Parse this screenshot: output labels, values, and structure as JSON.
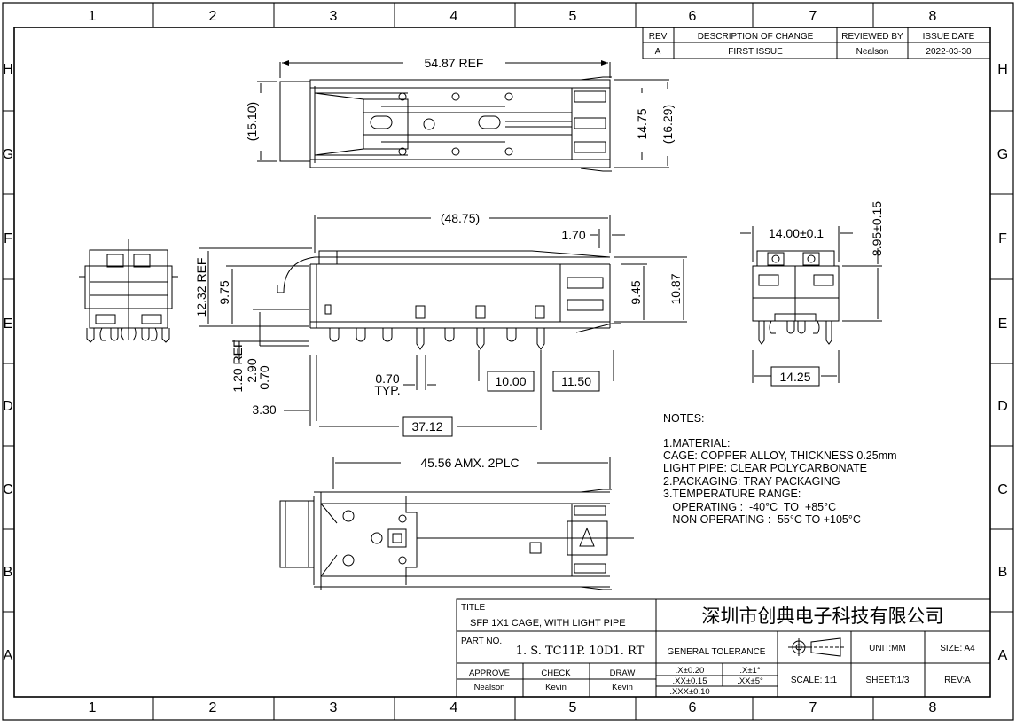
{
  "border": {
    "cols": [
      "1",
      "2",
      "3",
      "4",
      "5",
      "6",
      "7",
      "8"
    ],
    "rows": [
      "H",
      "G",
      "F",
      "E",
      "D",
      "C",
      "B",
      "A"
    ]
  },
  "revision": {
    "headers": [
      "REV",
      "DESCRIPTION OF CHANGE",
      "REVIEWED BY",
      "ISSUE DATE"
    ],
    "row": [
      "A",
      "FIRST ISSUE",
      "Nealson",
      "2022-03-30"
    ]
  },
  "top_view": {
    "length": "54.87  REF",
    "height_left": "(15.10)",
    "height_right_a": "14.75",
    "height_right_b": "(16.29)"
  },
  "side_view": {
    "length": "(48.75)",
    "tip": "1.70",
    "ref_1232": "12.32  REF",
    "d975": "9.75",
    "d945": "9.45",
    "d1087": "10.87",
    "ref_120": "1.20  REF",
    "d290": "2.90",
    "d070v": "0.70",
    "d070": "0.70",
    "typ": "TYP.",
    "d1000": "10.00",
    "d1150": "11.50",
    "d330": "3.30",
    "d3712": "37.12"
  },
  "end_view": {
    "width": "14.00±0.1",
    "height": "8.95±0.15",
    "bottom": "14.25"
  },
  "bottom_view": {
    "length": "45.56  AMX.  2PLC"
  },
  "notes": {
    "heading": "NOTES:",
    "lines": [
      "1.MATERIAL:",
      "CAGE: COPPER ALLOY, THICKNESS 0.25mm",
      "LIGHT PIPE: CLEAR POLYCARBONATE",
      "2.PACKAGING: TRAY PACKAGING",
      "3.TEMPERATURE RANGE:",
      "   OPERATING :  -40°C  TO  +85°C",
      "   NON OPERATING : -55°C TO +105°C"
    ]
  },
  "title_block": {
    "title_label": "TITLE",
    "title": "SFP  1X1  CAGE,  WITH  LIGHT  PIPE",
    "company": "深圳市创典电子科技有限公司",
    "part_label": "PART NO.",
    "part_no": "1. S. TC11P. 10D1. RT",
    "general_tolerance": "GENERAL  TOLERANCE",
    "unit": "UNIT:MM",
    "size": "SIZE:  A4",
    "approve_label": "APPROVE",
    "check_label": "CHECK",
    "draw_label": "DRAW",
    "approve": "Nealson",
    "check": "Kevin",
    "draw": "Kevin",
    "tol_x": ".X±0.20",
    "tol_xx": ".XX±0.15",
    "tol_xxx": ".XXX±0.10",
    "ang_x": ".X±1°",
    "ang_xx": ".XX±5°",
    "scale": "SCALE:  1:1",
    "sheet": "SHEET:1/3",
    "rev": "REV:A"
  }
}
